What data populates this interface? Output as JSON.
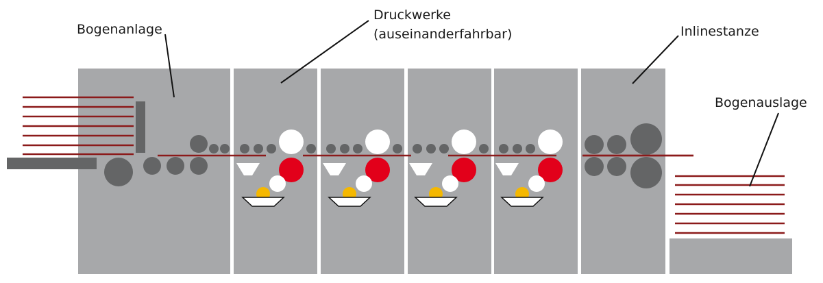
{
  "labels": {
    "feeder": "Bogenanlage",
    "printing_units_line1": "Druckwerke",
    "printing_units_line2": "(auseinanderfahrbar)",
    "die_cutter": "Inlinestanze",
    "delivery": "Bogenauslage"
  },
  "colors": {
    "frame": "#a7a8aa",
    "cylinder_dark": "#646566",
    "sheet_line": "#8b1a1a",
    "ink_red": "#e2001a",
    "ink_yellow": "#f5b800",
    "white": "#ffffff"
  },
  "printing_unit_count": 4
}
